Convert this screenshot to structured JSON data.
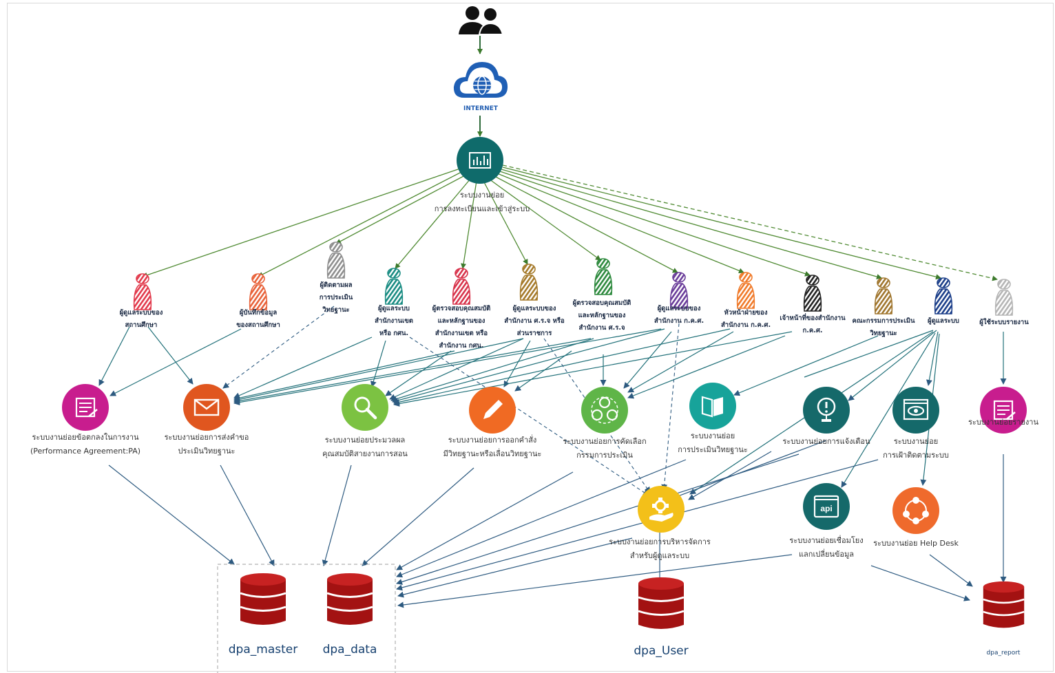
{
  "top": {
    "internet_label": "INTERNET"
  },
  "hub": {
    "label_line1": "ระบบงานย่อย",
    "label_line2": "การลงทะเบียนและเข้าสู่ระบบ"
  },
  "roles": [
    {
      "id": "r1",
      "color": "#e23a4c",
      "line1": "ผู้ดูแลระบบของ",
      "line2": "สถานศึกษา",
      "line3": ""
    },
    {
      "id": "r2",
      "color": "#e8623a",
      "line1": "ผู้บันทึกข้อมูล",
      "line2": "ของสถานศึกษา",
      "line3": ""
    },
    {
      "id": "r3",
      "color": "#8e8e8e",
      "line1": "ผู้ติดตามผล",
      "line2": "การประเมิน",
      "line3": "วิทยฐานะ"
    },
    {
      "id": "r4",
      "color": "#1a8c83",
      "line1": "ผู้ดูแลระบบ",
      "line2": "สำนักงานเขต",
      "line3": "หรือ กศน."
    },
    {
      "id": "r5",
      "color": "#d8344c",
      "line1": "ผู้ตรวจสอบคุณสมบัติ",
      "line2": "และหลักฐานของ",
      "line3": "สำนักงานเขต หรือ",
      "line4": "สำนักงาน กศน."
    },
    {
      "id": "r6",
      "color": "#a57a2a",
      "line1": "ผู้ดูแลระบบของ",
      "line2": "สำนักงาน ศ.ร.จ หรือ",
      "line3": "ส่วนราชการ"
    },
    {
      "id": "r7",
      "color": "#2e8a3e",
      "line1": "ผู้ตรวจสอบคุณสมบัติ",
      "line2": "และหลักฐานของ",
      "line3": "สำนักงาน ศ.ร.จ"
    },
    {
      "id": "r8",
      "color": "#6a3d9a",
      "line1": "ผู้ดูแลระบบของ",
      "line2": "สำนักงาน ก.ค.ศ.",
      "line3": ""
    },
    {
      "id": "r9",
      "color": "#f07a2a",
      "line1": "หัวหน้าฝ่ายของ",
      "line2": "สำนักงาน ก.ค.ศ.",
      "line3": ""
    },
    {
      "id": "r10",
      "color": "#222222",
      "line1": "เจ้าหน้าที่ของสำนักงาน",
      "line2": "ก.ค.ศ.",
      "line3": ""
    },
    {
      "id": "r11",
      "color": "#a0762e",
      "line1": "คณะกรรมการประเมิน",
      "line2": "วิทยฐานะ",
      "line3": ""
    },
    {
      "id": "r12",
      "color": "#1c3f8a",
      "line1": "ผู้ดูแลระบบ",
      "line2": "",
      "line3": ""
    },
    {
      "id": "r13",
      "color": "#b5b5b5",
      "line1": "ผู้ใช้ระบบรายงาน",
      "line2": "",
      "line3": ""
    }
  ],
  "subsystems": [
    {
      "id": "s1",
      "color": "#c81d8e",
      "icon": "document-pen-icon",
      "line1": "ระบบงานย่อยข้อตกลงในการงาน",
      "line2": "(Performance Agreement:PA)"
    },
    {
      "id": "s2",
      "color": "#e0561f",
      "icon": "envelope-icon",
      "line1": "ระบบงานย่อยการส่งคำขอ",
      "line2": "ประเมินวิทยฐานะ"
    },
    {
      "id": "s3",
      "color": "#7cc242",
      "icon": "magnifier-icon",
      "line1": "ระบบงานย่อยประมวลผล",
      "line2": "คุณสมบัติสายงานการสอน"
    },
    {
      "id": "s4",
      "color": "#f06a23",
      "icon": "pencil-icon",
      "line1": "ระบบงานย่อยการออกคำสั่ง",
      "line2": "มีวิทยฐานะหรือเลื่อนวิทยฐานะ"
    },
    {
      "id": "s5",
      "color": "#5fb548",
      "icon": "group-network-icon",
      "line1": "ระบบงานย่อยการคัดเลือก",
      "line2": "กรรมการประเมิน"
    },
    {
      "id": "s6",
      "color": "#17a39a",
      "icon": "book-icon",
      "line1": "ระบบงานย่อย",
      "line2": "การประเมินวิทยฐานะ"
    },
    {
      "id": "s7",
      "color": "#15696a",
      "icon": "alert-icon",
      "line1": "ระบบงานย่อยการแจ้งเตือน",
      "line2": ""
    },
    {
      "id": "s8",
      "color": "#15696a",
      "icon": "eye-monitor-icon",
      "line1": "ระบบงานย่อย",
      "line2": "การเฝ้าติดตามระบบ"
    },
    {
      "id": "s9",
      "color": "#c81d8e",
      "icon": "document-pen-icon",
      "line1": "ระบบงานย่อยรายงาน",
      "line2": ""
    },
    {
      "id": "s10",
      "color": "#f3c019",
      "icon": "admin-hand-gear-icon",
      "line1": "ระบบงานย่อยการบริหารจัดการ",
      "line2": "สำหรับผู้ดูแลระบบ"
    },
    {
      "id": "s11",
      "color": "#15696a",
      "icon": "api-icon",
      "line1": "ระบบงานย่อยเชื่อมโยง",
      "line2": "แลกเปลี่ยนข้อมูล",
      "api_text": "api"
    },
    {
      "id": "s12",
      "color": "#ef6a2c",
      "icon": "help-desk-icon",
      "line1": "ระบบงานย่อย Help Desk",
      "line2": ""
    }
  ],
  "databases": [
    {
      "id": "db1",
      "label": "dpa_master"
    },
    {
      "id": "db2",
      "label": "dpa_data"
    },
    {
      "id": "db3",
      "label": "dpa_User"
    },
    {
      "id": "db4",
      "label": "dpa_report"
    }
  ]
}
